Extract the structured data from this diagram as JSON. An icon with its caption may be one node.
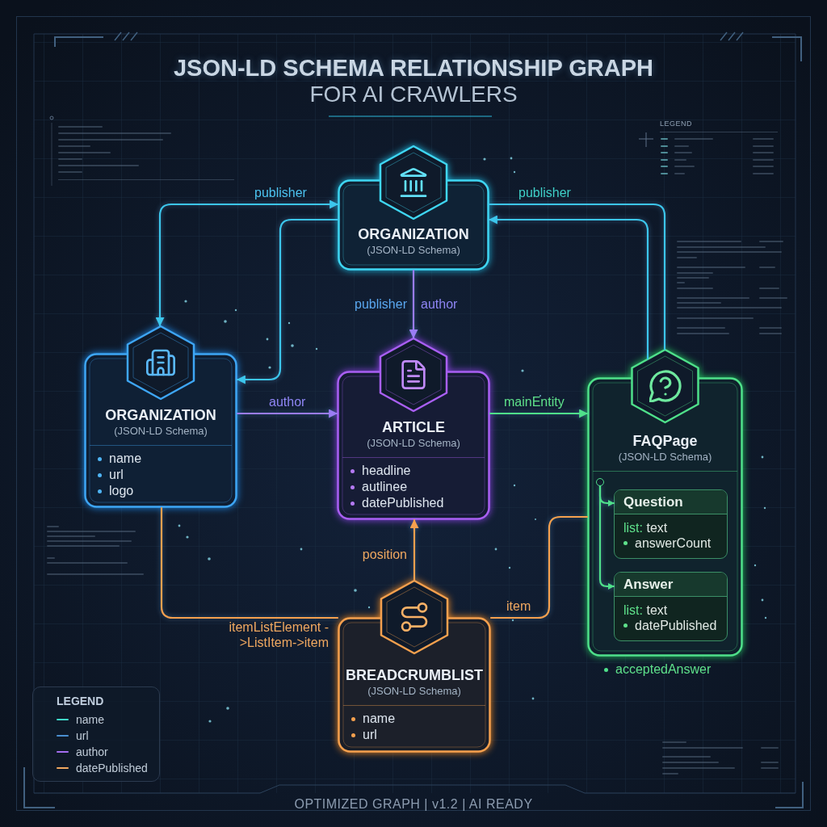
{
  "diagram": {
    "title": "JSON-LD SCHEMA RELATIONSHIP GRAPH",
    "caption": "OPTIMIZED GRAPH | v1.2 | AI READY",
    "nodes": [
      {
        "text": [
          "ORGANIZATION",
          "(JSON-LD Schema)"
        ]
      },
      {
        "text": [
          "ORGANIZATION",
          "(JSON-LD Schema)",
          "name",
          "url",
          "logo"
        ]
      },
      {
        "text": [
          "ARTICLE",
          "(JSON-LD Schema)",
          "headline",
          "autlinee",
          "datePublished"
        ]
      },
      {
        "text": [
          "FAQPage",
          "(JSON-LD Schema)"
        ],
        "beside": [
          "acceptedAnswer"
        ]
      },
      {
        "text": [],
        "shape": "circle",
        "in": 3
      },
      {
        "text": [
          "Question",
          "list: text",
          "answerCount"
        ],
        "in": 3
      },
      {
        "text": [
          "Answer",
          "list: text",
          "datePublished"
        ],
        "in": 3
      },
      {
        "text": [
          "BREADCRUMBLIST",
          "(JSON-LD Schema)",
          "name",
          "url"
        ]
      }
    ],
    "edges": [
      {
        "from": 0,
        "to": 1,
        "arrow": "both",
        "label": "publisher"
      },
      {
        "from": 0,
        "to": 1,
        "arrow": "to"
      },
      {
        "from": 0,
        "to": 3,
        "arrow": "none",
        "label": "publisher"
      },
      {
        "from": 3,
        "to": 0,
        "arrow": "to"
      },
      {
        "from": 0,
        "to": 2,
        "arrow": "to",
        "label": "publisher",
        "color": "#9a7cf4"
      },
      {
        "from": 1,
        "to": 2,
        "arrow": "to",
        "label": "author",
        "color": "#9a7cf4"
      },
      {
        "from": 2,
        "to": 3,
        "arrow": "to",
        "label": "mainEntity",
        "color": "#4fe08a"
      },
      {
        "from": 7,
        "to": 2,
        "arrow": "to",
        "label": "position",
        "color": "#f5a04e"
      },
      {
        "from": 4,
        "to": 5,
        "arrow": "to",
        "color": "#4fe08a"
      },
      {
        "from": 4,
        "to": 6,
        "arrow": "to",
        "color": "#4fe08a"
      },
      {
        "from": 1,
        "to": 7,
        "arrow": "none",
        "label": "itemListElement ->ListItem->item",
        "color": "#f5a04e"
      },
      {
        "from": 7,
        "to": 3,
        "arrow": "none",
        "label": "item",
        "color": "#f5a04e"
      }
    ],
    "labels": [
      "FOR AI CRAWLERS",
      "LEGEND",
      "author",
      "LEGEND"
    ],
    "legend": [
      {
        "text": "name",
        "color": "#3fd8c8"
      },
      {
        "text": "url",
        "color": "#4a8fd0"
      },
      {
        "text": "author",
        "color": "#a46ef0"
      },
      {
        "text": "datePublished",
        "color": "#f0a860"
      }
    ]
  }
}
